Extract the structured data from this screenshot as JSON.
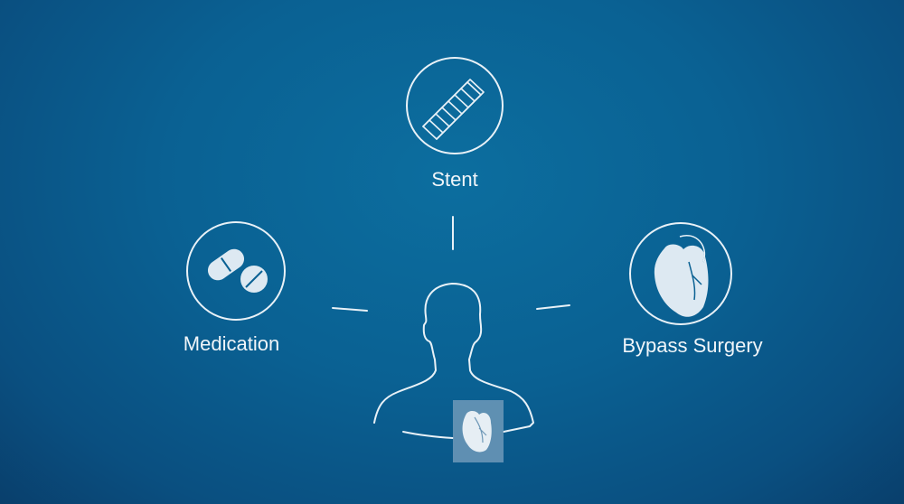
{
  "options": {
    "stent": {
      "label": "Stent",
      "icon": "stent-icon"
    },
    "medication": {
      "label": "Medication",
      "icon": "pills-icon"
    },
    "bypass": {
      "label": "Bypass Surgery",
      "icon": "heart-icon"
    }
  },
  "colors": {
    "background": "#0a6193",
    "line": "#e8f1f7",
    "heart_box": "#6f99b8"
  }
}
